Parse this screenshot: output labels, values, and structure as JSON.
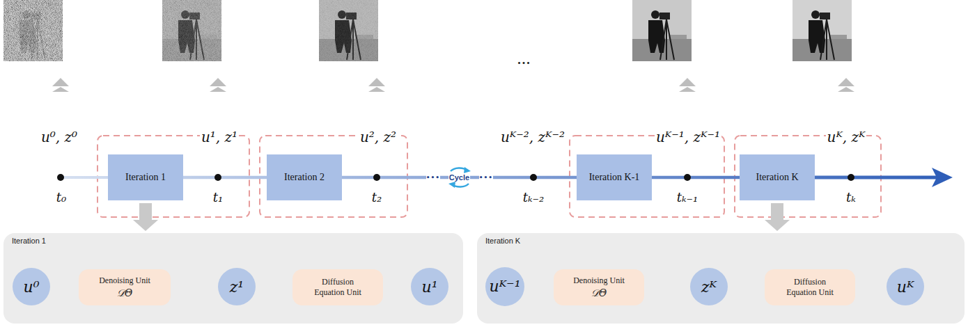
{
  "diagram": {
    "nodes": [
      {
        "text": [
          "Iteration 1"
        ]
      },
      {
        "text": [
          "Iteration 2"
        ]
      },
      {
        "text": [
          "Iteration K-1"
        ]
      },
      {
        "text": [
          "Iteration K"
        ]
      },
      {
        "text": [
          "Iteration 1"
        ]
      },
      {
        "text": [
          "u⁰"
        ],
        "in": 4
      },
      {
        "text": [
          "Denoising Unit",
          "𝒟Θ"
        ],
        "in": 4
      },
      {
        "text": [
          "z¹"
        ],
        "in": 4
      },
      {
        "text": [
          "Diffusion Equation Unit"
        ],
        "in": 4
      },
      {
        "text": [
          "u¹"
        ],
        "in": 4
      },
      {
        "text": [
          "Iteration K"
        ]
      },
      {
        "text": [
          "uᴷ⁻¹"
        ],
        "in": 10
      },
      {
        "text": [
          "Denoising Unit",
          "𝒟Θ"
        ],
        "in": 10
      },
      {
        "text": [
          "zᴷ"
        ],
        "in": 10
      },
      {
        "text": [
          "Diffusion Equation Unit"
        ],
        "in": 10
      },
      {
        "text": [
          "uᴷ"
        ],
        "in": 10
      }
    ],
    "edges": [
      {
        "from": 0,
        "to": 1,
        "arrow": "none"
      },
      {
        "from": 1,
        "to": 2,
        "arrow": "none",
        "label": "Cycle"
      },
      {
        "from": 2,
        "to": 3,
        "arrow": "none"
      },
      {
        "from": 0,
        "to": 4,
        "arrow": "to"
      },
      {
        "from": 3,
        "to": 10,
        "arrow": "to"
      },
      {
        "from": 5,
        "to": 6,
        "arrow": "to"
      },
      {
        "from": 6,
        "to": 7,
        "arrow": "to"
      },
      {
        "from": 7,
        "to": 8,
        "arrow": "to"
      },
      {
        "from": 8,
        "to": 9,
        "arrow": "to"
      },
      {
        "from": 11,
        "to": 12,
        "arrow": "to"
      },
      {
        "from": 12,
        "to": 13,
        "arrow": "to"
      },
      {
        "from": 13,
        "to": 14,
        "arrow": "to"
      },
      {
        "from": 14,
        "to": 15,
        "arrow": "to"
      }
    ],
    "labels": [
      "...",
      "u⁰, z⁰",
      "u¹, z¹",
      "u², z²",
      "uᴷ⁻², zᴷ⁻²",
      "uᴷ⁻¹, zᴷ⁻¹",
      "uᴷ, zᴷ",
      "t₀",
      "t₁",
      "t₂",
      "tₖ₋₂",
      "tₖ₋₁",
      "tₖ",
      "•••",
      "•••"
    ]
  }
}
